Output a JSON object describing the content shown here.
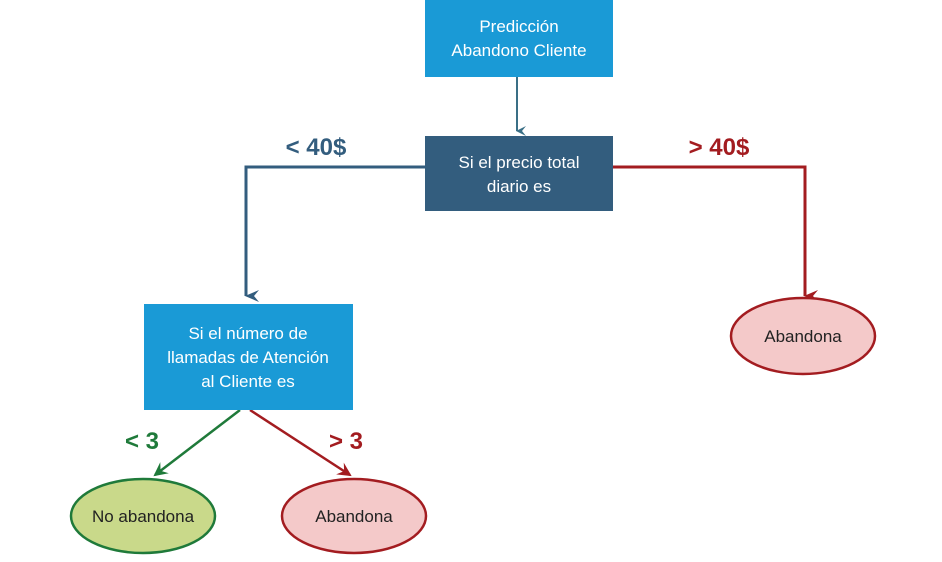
{
  "root": {
    "lines": [
      "Predicción",
      "Abandono Cliente"
    ]
  },
  "price_node": {
    "lines": [
      "Si el precio total",
      "diario es"
    ]
  },
  "calls_node": {
    "lines": [
      "Si el número de",
      "llamadas de Atención",
      "al Cliente es"
    ]
  },
  "edges": {
    "price_low": "< 40$",
    "price_high": "> 40$",
    "calls_low": "< 3",
    "calls_high": "> 3"
  },
  "leaves": {
    "price_high_leaf": "Abandona",
    "calls_low_leaf": "No abandona",
    "calls_high_leaf": "Abandona"
  },
  "colors": {
    "light_blue": "#1a9ad6",
    "dark_blue": "#335d7e",
    "red": "#a31c20",
    "green": "#1f7a3a",
    "green_fill": "#c9d98a",
    "pink_fill": "#f4c9c9"
  }
}
